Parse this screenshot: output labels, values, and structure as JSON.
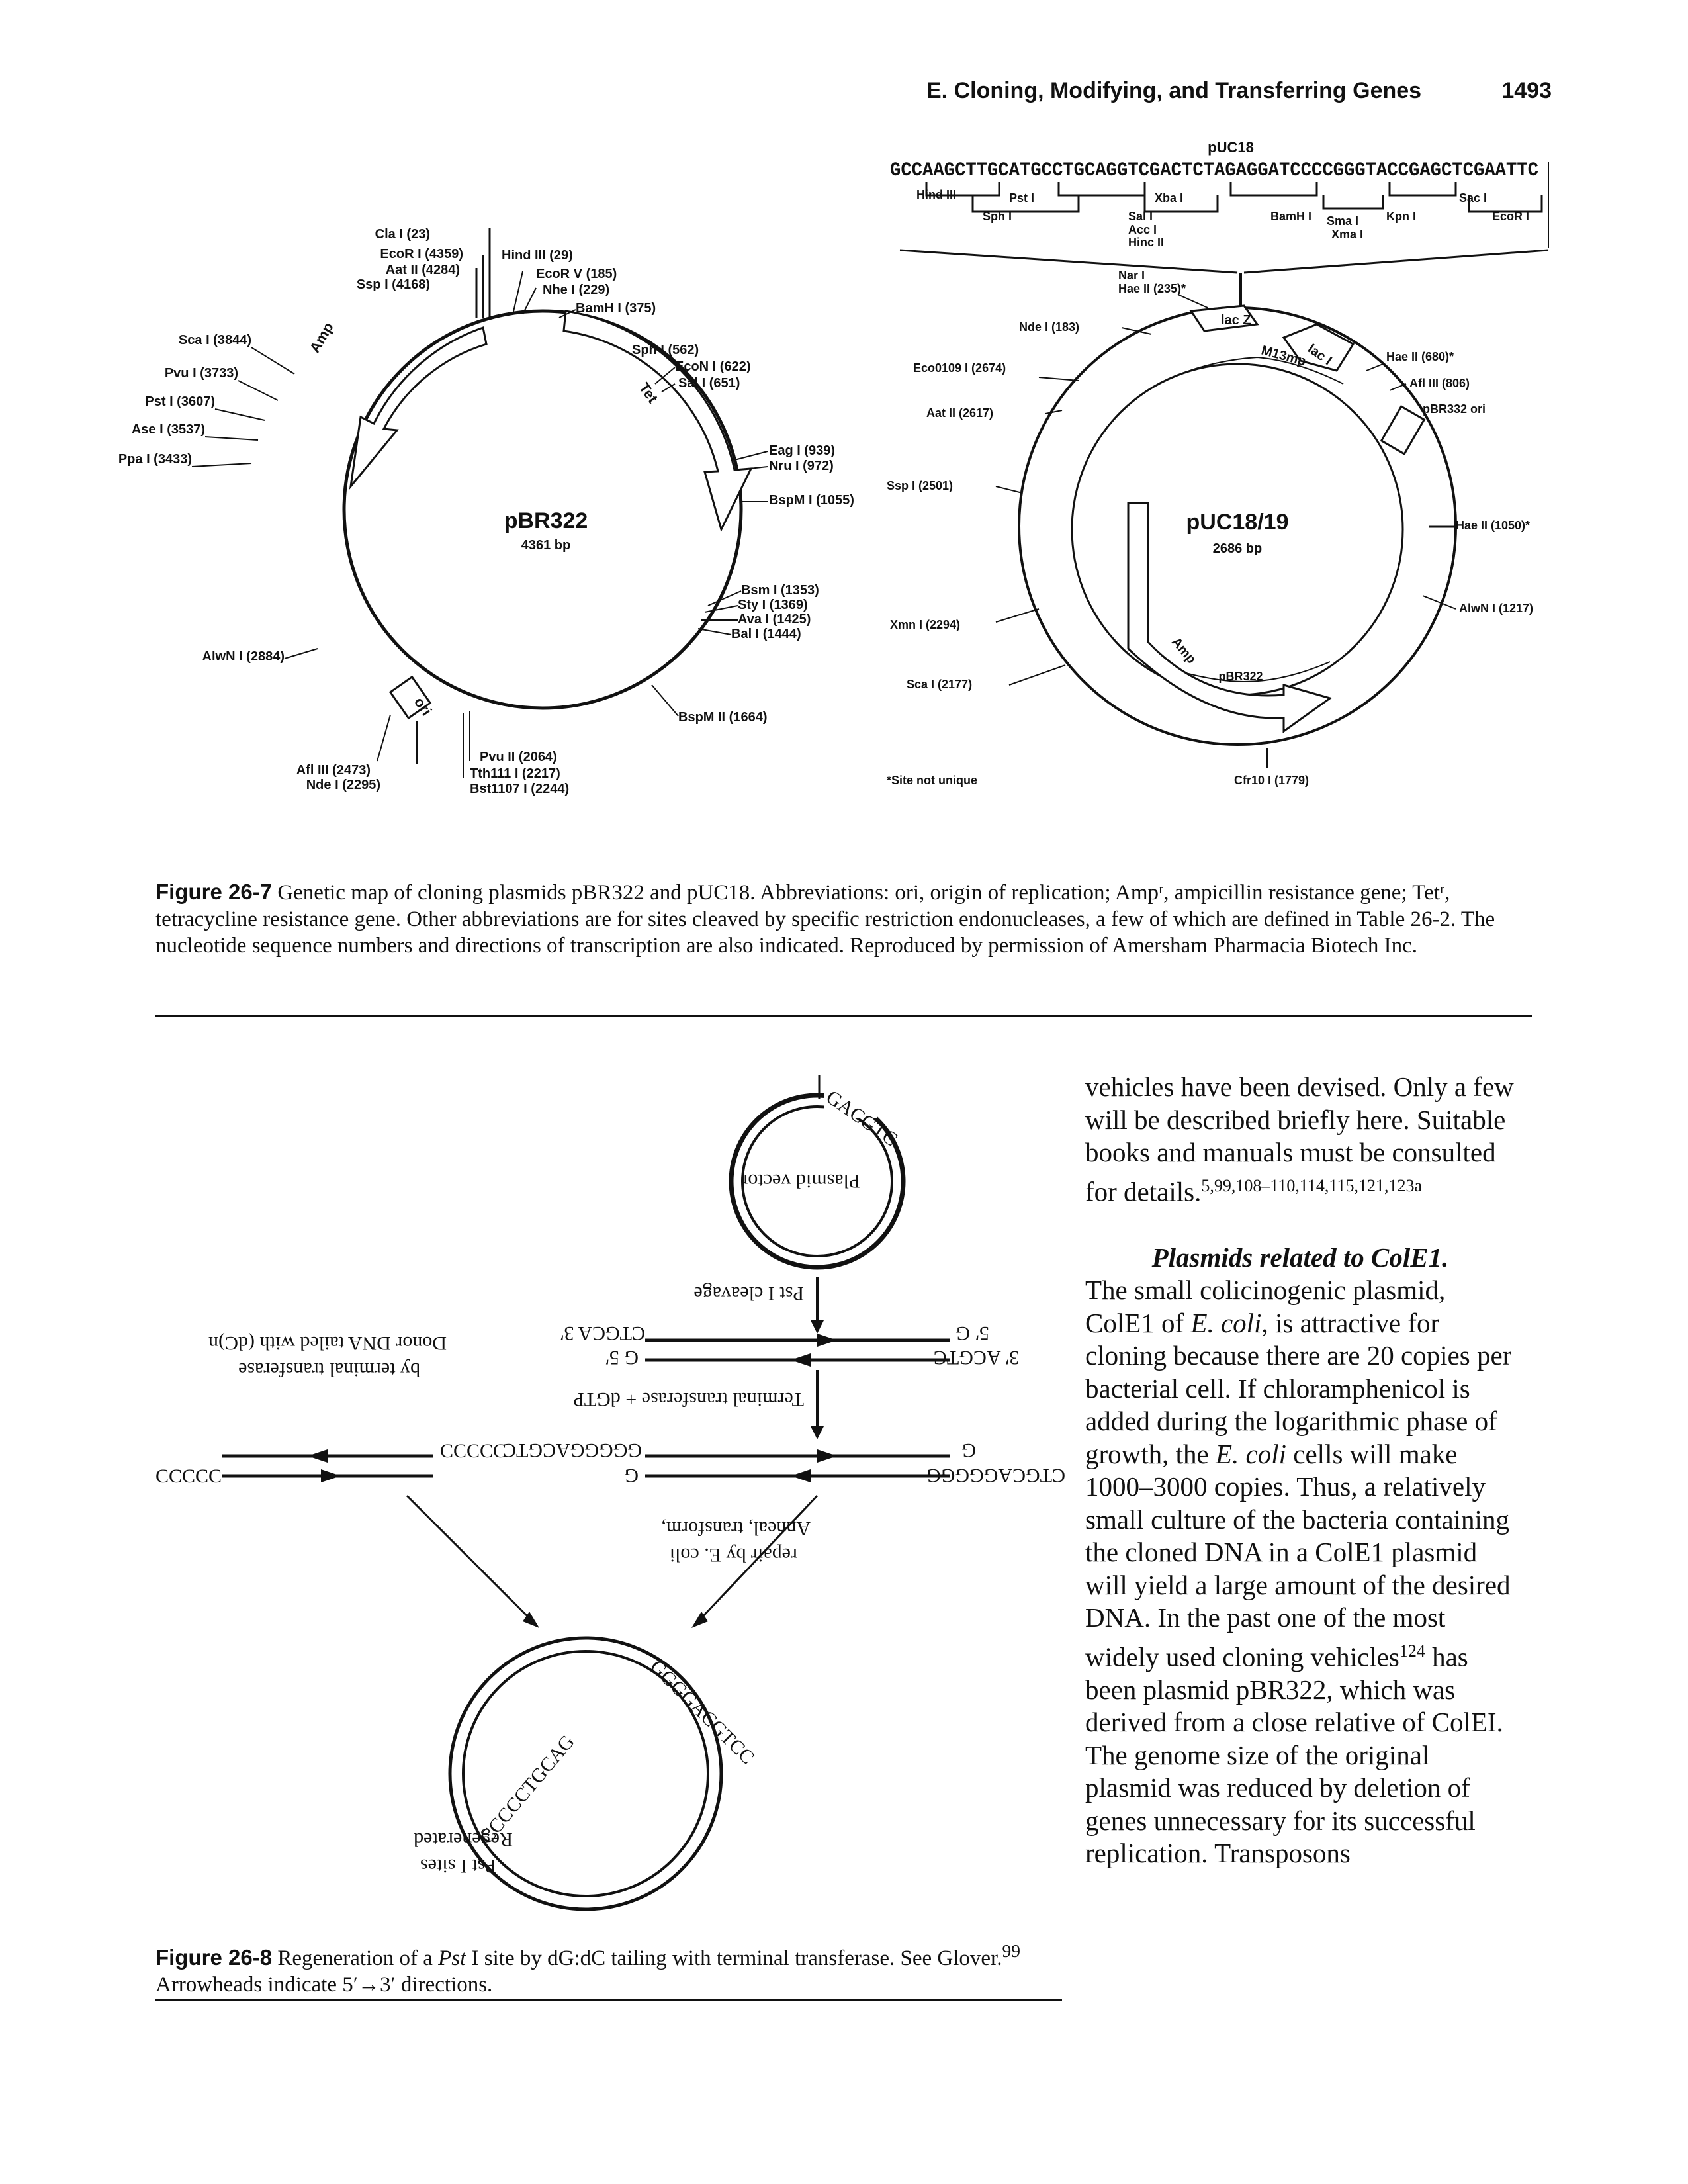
{
  "header": {
    "title": "E. Cloning, Modifying, and Transferring Genes",
    "page_number": "1493"
  },
  "pbr322": {
    "name": "pBR322",
    "size": "4361 bp",
    "sites_left": [
      "Cla I (23)",
      "EcoR I (4359)",
      "Aat II (4284)",
      "Ssp I (4168)",
      "Sca I (3844)",
      "Pvu I (3733)",
      "Pst I (3607)",
      "Ase I (3537)",
      "Ppa I (3433)",
      "AlwN I (2884)",
      "Afl III (2473)",
      "Nde I (2295)"
    ],
    "sites_right": [
      "Hind III (29)",
      "EcoR V (185)",
      "Nhe I (229)",
      "BamH I (375)",
      "Sph I (562)",
      "EcoN I (622)",
      "Sal I (651)",
      "Eag I (939)",
      "Nru I (972)",
      "BspM I (1055)",
      "Bsm I (1353)",
      "Sty I (1369)",
      "Ava I (1425)",
      "Bal I (1444)",
      "BspM II (1664)",
      "Pvu II (2064)",
      "Tth111 I (2217)",
      "Bst1107 I (2244)"
    ],
    "genes": [
      "Amp",
      "Tet",
      "ori"
    ]
  },
  "puc": {
    "name_top": "pUC18",
    "sequence": "GCCAAGCTTGCATGCCTGCAGGTCGACTCTAGAGGATCCCCGGGTACCGAGCTCGAATTC",
    "seq_sites_row1": [
      "Hind III",
      "Pst I",
      "Xba I",
      "Sac I"
    ],
    "seq_sites_row2": [
      "Sph I",
      "Sal I",
      "BamH I",
      "Sma I",
      "Kpn I",
      "EcoR I"
    ],
    "seq_sites_row3": [
      "Acc I",
      "Xma I"
    ],
    "seq_sites_row4": [
      "Hinc II"
    ],
    "name": "pUC18/19",
    "size": "2686 bp",
    "sites": [
      "Nar I",
      "Hae II (235)*",
      "Nde I (183)",
      "Eco0109 I (2674)",
      "Aat II (2617)",
      "Ssp I (2501)",
      "Xmn I (2294)",
      "Sca I (2177)",
      "Hae II (680)*",
      "Afl III (806)",
      "Hae II (1050)*",
      "AlwN I (1217)",
      "Cfr10 I (1779)"
    ],
    "genes": [
      "lac Z",
      "lac I",
      "M13mp",
      "pBR332 ori",
      "pBR322",
      "Amp"
    ],
    "footnote": "*Site not unique"
  },
  "figure_26_7": {
    "label": "Figure 26-7",
    "caption": "Genetic map of cloning plasmids pBR322 and pUC18. Abbreviations: ori, origin of replication; Ampʳ, ampicillin resistance gene; Tetʳ, tetracycline resistance gene. Other abbreviations are for sites cleaved by specific restriction endonucleases, a few of which are defined in Table 26-2. The nucleotide sequence numbers and directions of transcription are also indicated. Reproduced by permission of Amersham Pharmacia Biotech Inc."
  },
  "figure_26_8": {
    "label": "Figure 26-8",
    "caption_a": "Regeneration of a ",
    "caption_em": "Pst",
    "caption_b": " I site by dG:dC tailing with terminal transferase. See Glover.",
    "caption_ref": "99",
    "caption_c": " Arrowheads indicate 5′→3′ directions.",
    "labels": {
      "plasmid_vector": "Plasmid vector",
      "pst_cleavage": "Pst I cleavage",
      "donor": "Donor DNA tailed with (dC)n",
      "terminal_donor": "by terminal transferase",
      "terminal_dgtp": "Terminal transferase + dGTP",
      "anneal": "Anneal, transform,",
      "repair": "repair by E. coli",
      "regenerated": "Regenerated",
      "pst_sites": "Pst I sites",
      "seq_5": "5′ G",
      "seq_3acgt": "3′ ACGTC",
      "seq_ctgca": "CTGCA 3′",
      "seq_g5": "G 5′",
      "seq_gggggacgtc": "GGGGGACGTC",
      "seq_ctgcaggggg": "CTGCAGGGGG",
      "seq_g": "G",
      "seq_ccccc": "CCCCC"
    }
  },
  "body_text": {
    "para1": "vehicles have been devised. Only a few will be described briefly here. Suitable books and manuals must be consulted for details.",
    "para1_ref": "5,99,108–110,114,115,121,123a",
    "heading": "Plasmids related to ColE1.",
    "para2_a": "The small colicinogenic plasmid, ColE1 of ",
    "para2_em1": "E. coli",
    "para2_b": ", is attractive for cloning because there are 20 copies per bacterial cell. If chloramphenicol is added during the logarithmic phase of growth, the ",
    "para2_em2": "E. coli",
    "para2_c": " cells will make 1000–3000 copies. Thus, a relatively small culture of the bacteria containing the cloned DNA in a ColE1 plasmid will yield a large amount of the desired DNA. In the past one of the most widely used cloning vehicles",
    "para2_ref": "124",
    "para2_d": " has been plasmid pBR322, which was derived from a close relative of ColEI. The genome size of the original plasmid was reduced by deletion of genes unnecessary for its successful replication. Transposons"
  }
}
